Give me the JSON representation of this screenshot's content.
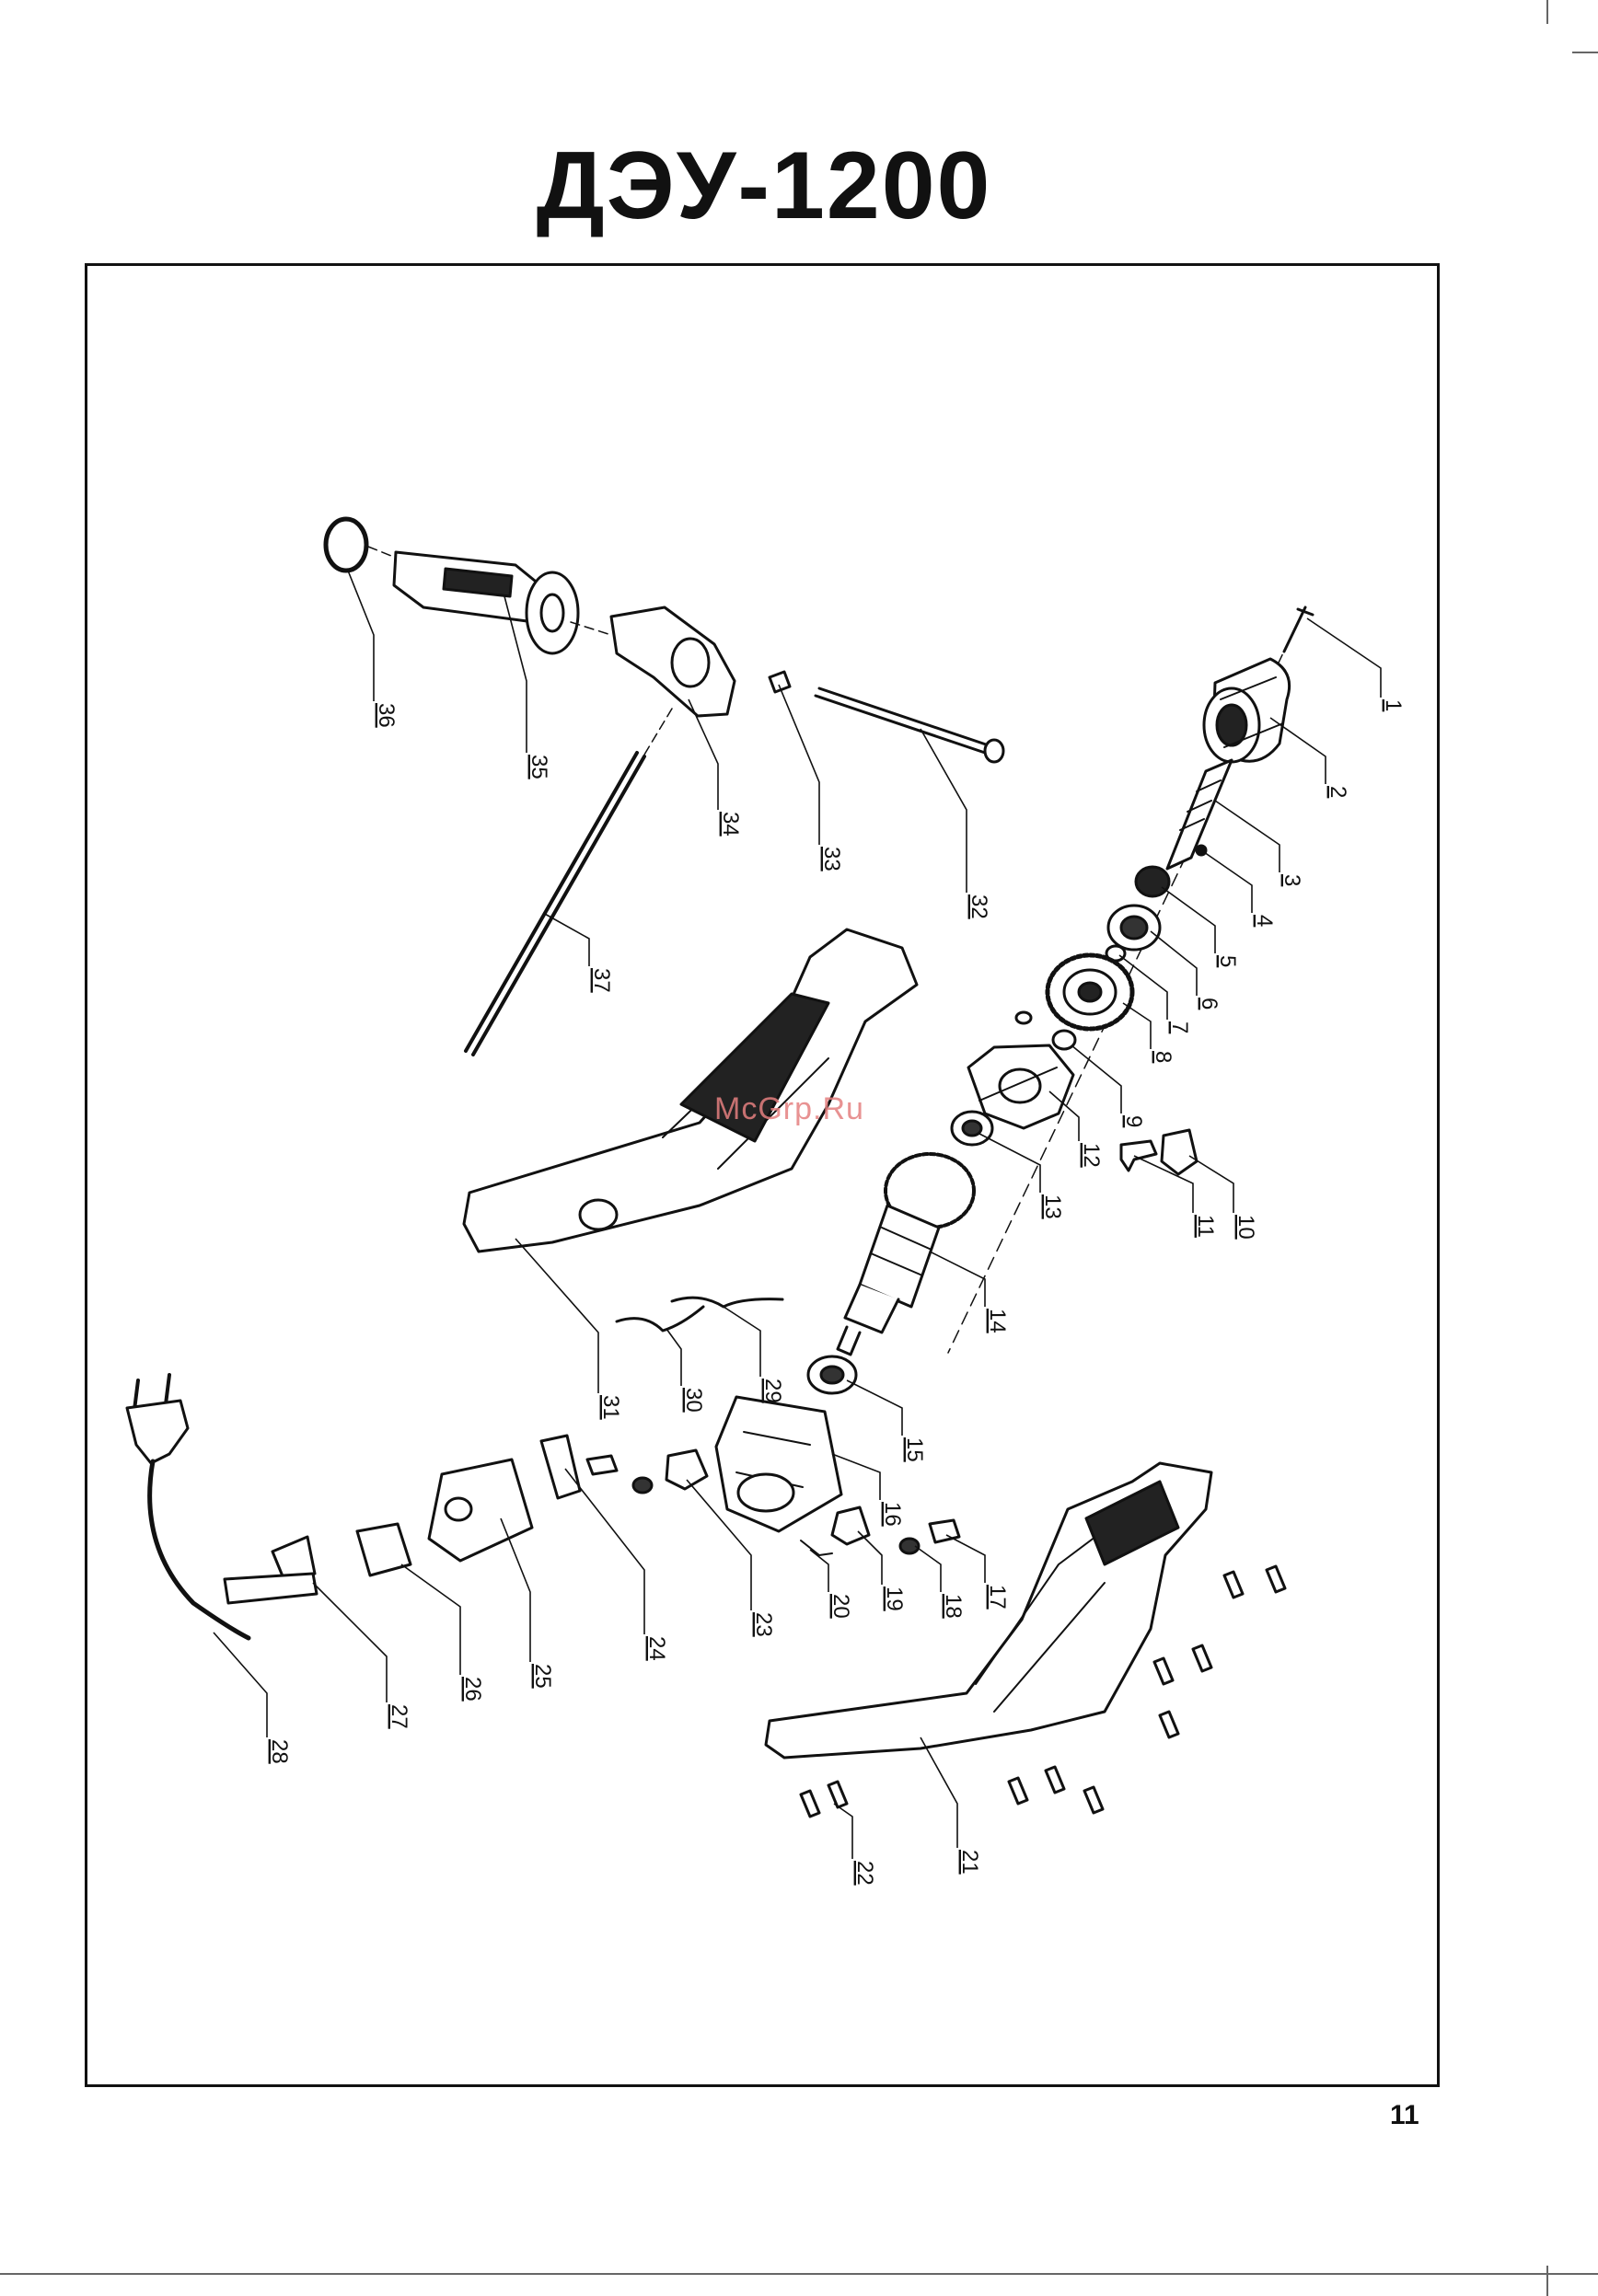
{
  "title": "ДЭУ-1200",
  "page_number": "11",
  "watermark": "McGrp.Ru",
  "callouts": [
    "1",
    "2",
    "3",
    "4",
    "5",
    "6",
    "7",
    "8",
    "9",
    "10",
    "11",
    "12",
    "13",
    "14",
    "15",
    "16",
    "17",
    "18",
    "19",
    "20",
    "21",
    "22",
    "23",
    "24",
    "25",
    "26",
    "27",
    "28",
    "29",
    "30",
    "31",
    "32",
    "33",
    "34",
    "35",
    "36",
    "37"
  ]
}
